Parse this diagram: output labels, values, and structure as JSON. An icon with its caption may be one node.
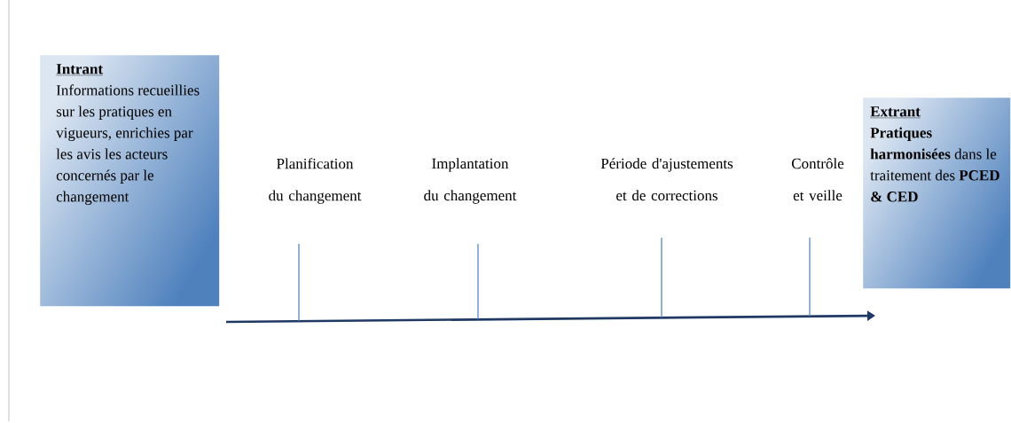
{
  "diagram": {
    "nodes": [
      {
        "text": [
          "Intrant",
          "Informations recueillies sur les pratiques en vigueurs, enrichies par les avis les acteurs concernés par le changement"
        ]
      },
      {
        "text": [
          "Extrant",
          "**Pratiques harmonisées** dans le traitement des **PCED & CED**"
        ]
      }
    ],
    "labels": [
      "Planification du changement",
      "Implantation du changement",
      "Période d'ajustements et de corrections",
      "Contrôle et veille"
    ]
  }
}
